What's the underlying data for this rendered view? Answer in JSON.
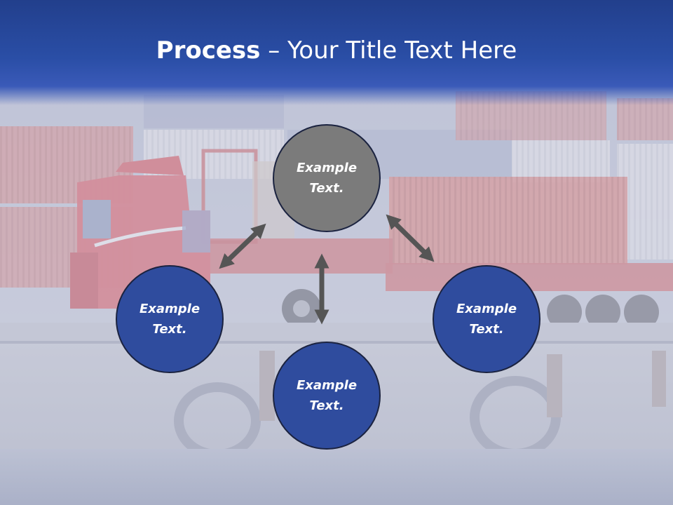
{
  "title": {
    "bold": "Process",
    "dash": " – ",
    "rest": "Your Title Text Here"
  },
  "nodes": {
    "top": "Example Text.",
    "left": "Example Text.",
    "right": "Example Text.",
    "bottom": "Example Text."
  },
  "colors": {
    "title_bar": "#2a4ea6",
    "circle_blue": "#2f4c9e",
    "circle_gray": "#7b7b7b",
    "arrow": "#555555",
    "circle_border": "#1b2340"
  },
  "background": {
    "image": "truck-with-container-at-port-photo"
  }
}
